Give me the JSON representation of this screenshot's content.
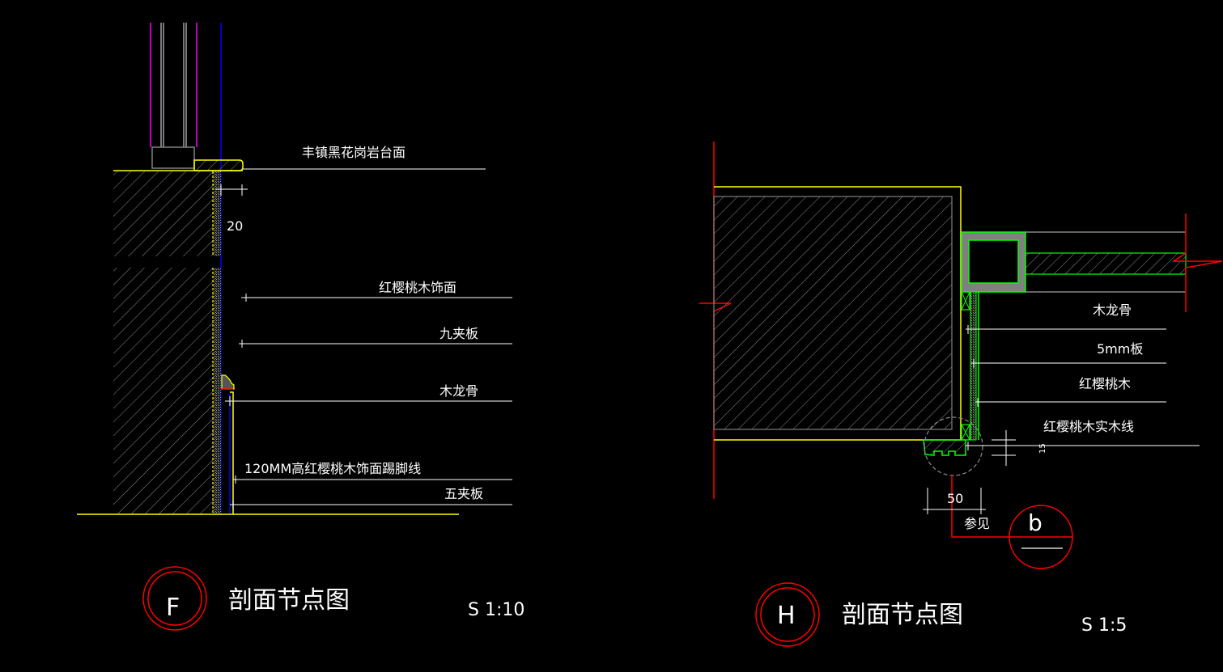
{
  "colors": {
    "background": "#000000",
    "hatch": "#8c8c8c",
    "outline_yellow": "#ffff00",
    "outline_green": "#00ff00",
    "break_line_red": "#ff0000",
    "glass_magenta": "#ff00ff",
    "wall_blue": "#0000ff",
    "frame_gray": "#808080",
    "leader_white": "#ffffff"
  },
  "panel_f": {
    "labels": {
      "granite_top": "丰镇黑花岗岩台面",
      "cherry_veneer": "红樱桃木饰面",
      "nine_ply": "九夹板",
      "wood_keel": "木龙骨",
      "skirting": "120MM高红樱桃木饰面踢脚线",
      "five_ply": "五夹板"
    },
    "dimension": "20",
    "tag_letter": "F",
    "title": "剖面节点图",
    "scale": "S 1:10"
  },
  "panel_h": {
    "labels": {
      "wood_keel": "木龙骨",
      "board_5mm": "5mm板",
      "cherry": "红樱桃木",
      "cherry_solid_line": "红樱桃木实木线"
    },
    "dimension": "50",
    "small_dim": "15",
    "see_ref": "参见",
    "detail_ref_letter": "b",
    "tag_letter": "H",
    "title": "剖面节点图",
    "scale": "S 1:5"
  }
}
